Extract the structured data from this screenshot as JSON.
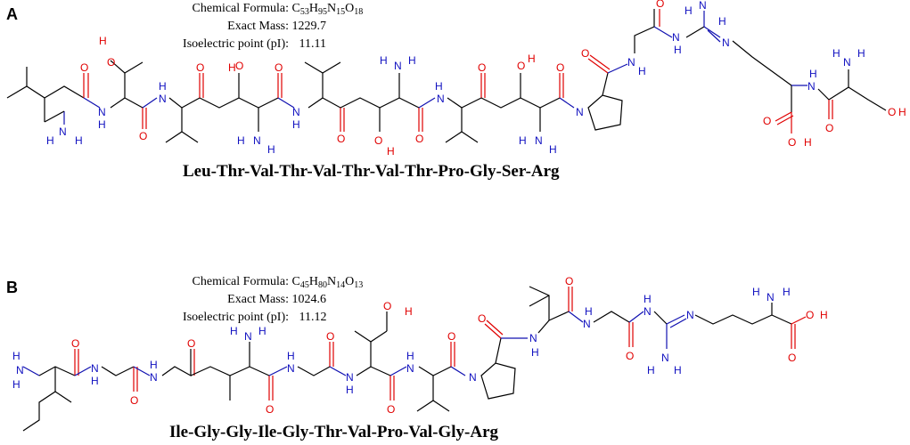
{
  "panels": [
    {
      "letter": "A",
      "formula_label": "Chemical Formula:",
      "formula_parts": [
        "C",
        "53",
        "H",
        "95",
        "N",
        "15",
        "O",
        "18"
      ],
      "mass_label": "Exact Mass:",
      "mass_value": "1229.7",
      "pi_label": "Isoelectric point (pI):",
      "pi_value": "11.11",
      "sequence": "Leu-Thr-Val-Thr-Val-Thr-Val-Thr-Pro-Gly-Ser-Arg"
    },
    {
      "letter": "B",
      "formula_label": "Chemical Formula:",
      "formula_parts": [
        "C",
        "45",
        "H",
        "80",
        "N",
        "14",
        "O",
        "13"
      ],
      "mass_label": "Exact Mass:",
      "mass_value": "1024.6",
      "pi_label": "Isoelectric point (pI):",
      "pi_value": "11.12",
      "sequence": "Ile-Gly-Gly-Ile-Gly-Thr-Val-Pro-Val-Gly-Arg"
    }
  ],
  "atom_labels": {
    "N": "N",
    "H": "H",
    "O": "O"
  },
  "colors": {
    "nitrogen": "#1010c0",
    "oxygen": "#e00000",
    "carbon": "#000000"
  }
}
